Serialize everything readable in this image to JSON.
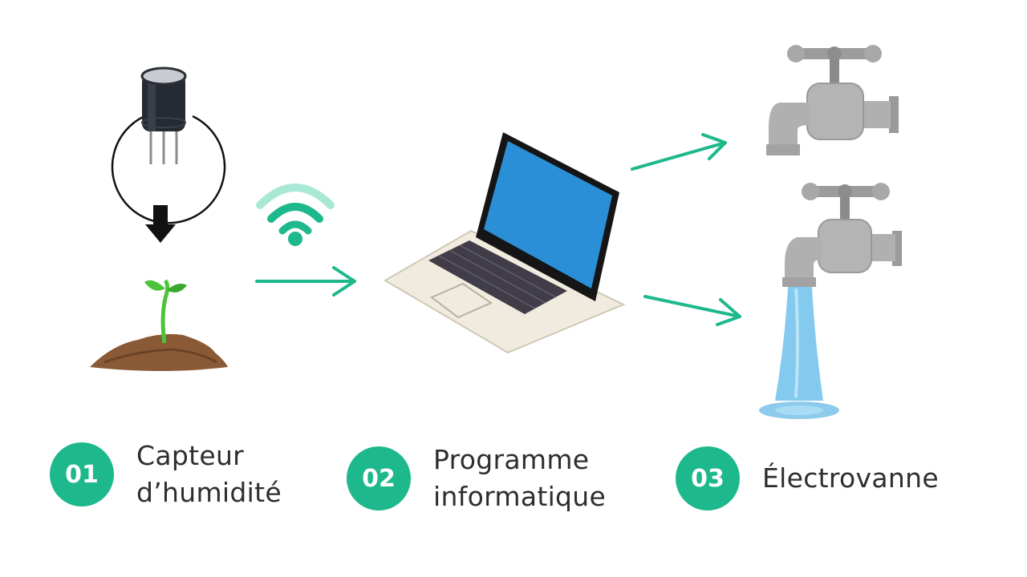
{
  "steps": [
    {
      "number": "01",
      "line1": "Capteur",
      "line2": "d’humidité"
    },
    {
      "number": "02",
      "line1": "Programme",
      "line2": "informatique"
    },
    {
      "number": "03",
      "line1": "Électrovanne",
      "line2": ""
    }
  ],
  "colors": {
    "accent": "#1db88c",
    "arrow": "#1db88c",
    "wifi": "#1db88c",
    "screen": "#2a8fd6",
    "tap": "#a6a6a6",
    "water": "#6ec1ec",
    "soil": "#8a5a36",
    "sprout": "#4cc43a"
  },
  "icons": [
    "capacitor-icon",
    "down-arrow-icon",
    "sprout-icon",
    "wifi-icon",
    "laptop-icon",
    "tap-closed-icon",
    "tap-open-icon"
  ]
}
